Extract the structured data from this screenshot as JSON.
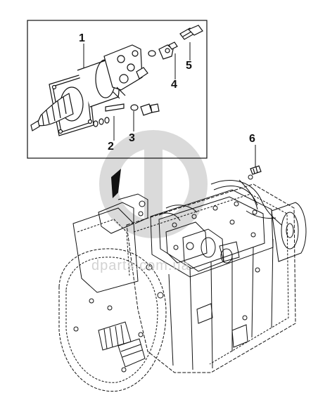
{
  "diagram": {
    "callouts": [
      {
        "id": "c1",
        "label": "1"
      },
      {
        "id": "c2",
        "label": "2"
      },
      {
        "id": "c3",
        "label": "3"
      },
      {
        "id": "c4",
        "label": "4"
      },
      {
        "id": "c5",
        "label": "5"
      },
      {
        "id": "c6",
        "label": "6"
      }
    ],
    "watermark_text": "dparts.com.ua"
  },
  "colors": {
    "line": "#111111",
    "watermark": "#d0d0d0",
    "background": "#ffffff"
  }
}
